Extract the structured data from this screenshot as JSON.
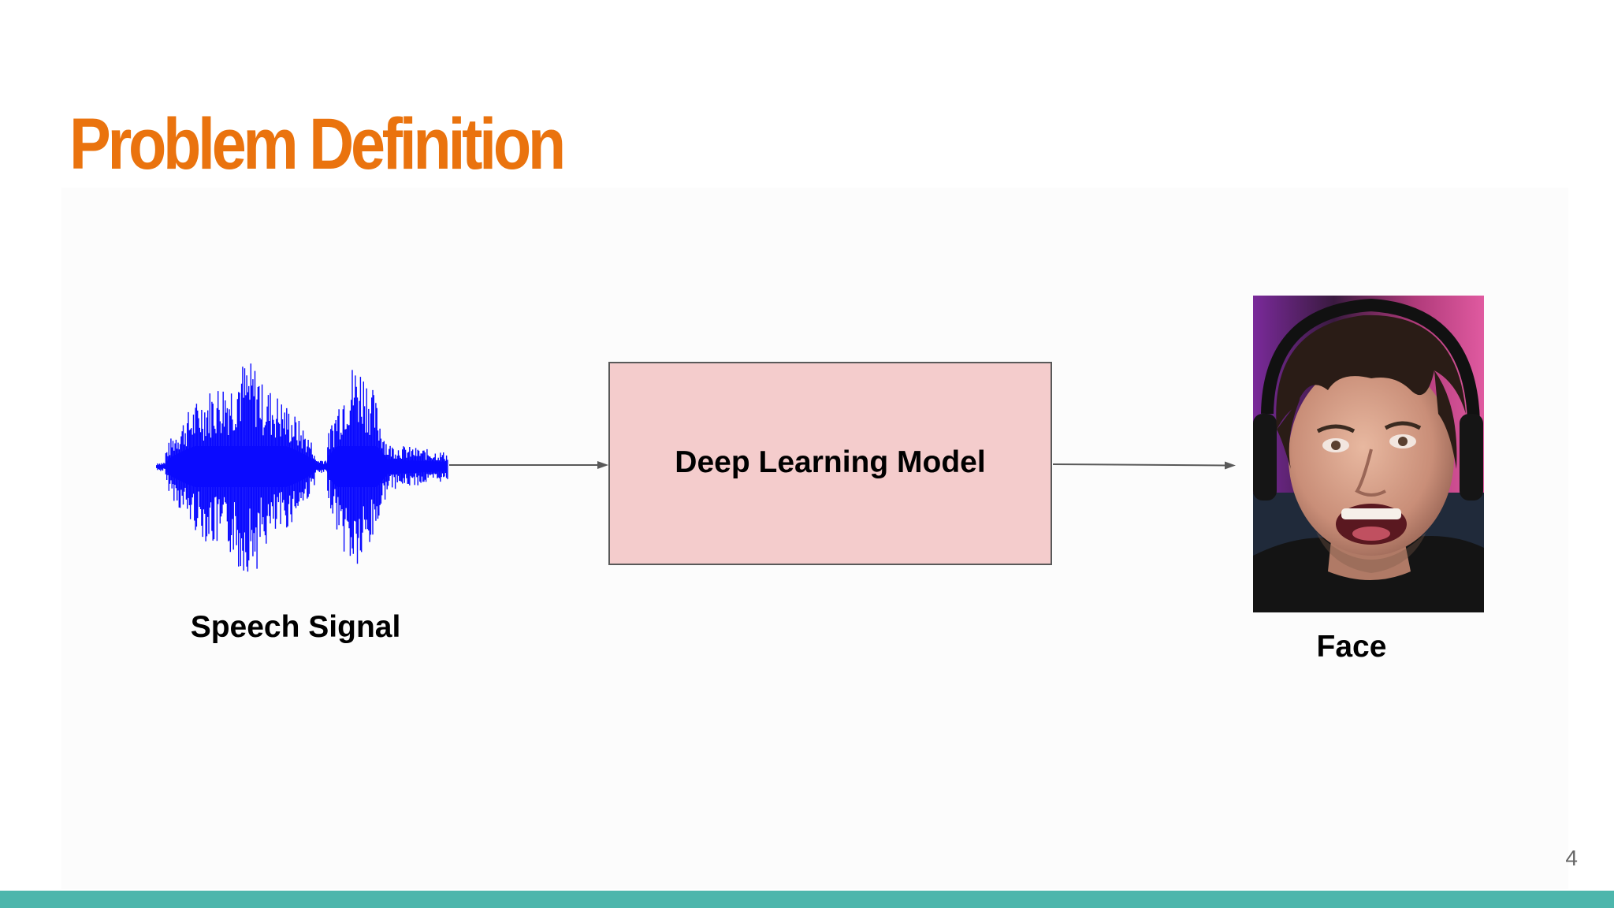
{
  "slide": {
    "title": "Problem Definition",
    "page_number": "4",
    "accent_color": "#ea730e",
    "footer_bar_color": "#4db6ac"
  },
  "diagram": {
    "input": {
      "label": "Speech Signal",
      "icon": "waveform-icon",
      "waveform_color": "#0a0aff"
    },
    "model": {
      "label": "Deep Learning Model",
      "fill_color": "#f4cccc",
      "border_color": "#595959"
    },
    "output": {
      "label": "Face",
      "image": "face-photo"
    },
    "connectors": [
      {
        "from": "Speech Signal",
        "to": "Deep Learning Model"
      },
      {
        "from": "Deep Learning Model",
        "to": "Face"
      }
    ]
  }
}
